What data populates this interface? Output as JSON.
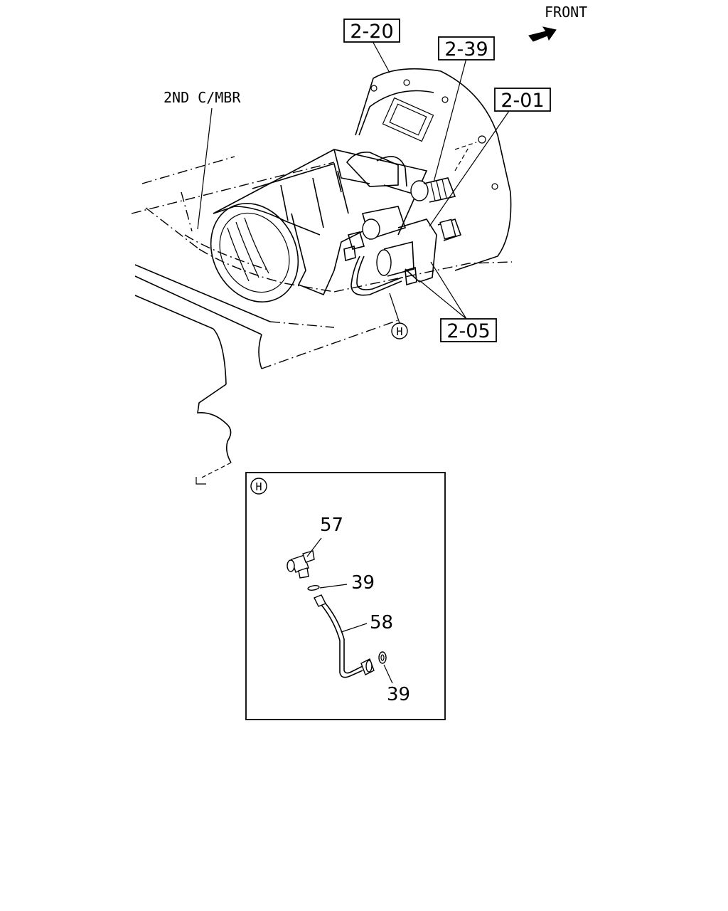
{
  "front_label": "FRONT",
  "member_label": "2ND C/MBR",
  "refs": {
    "r220": "2-20",
    "r239": "2-39",
    "r201": "2-01",
    "r205": "2-05"
  },
  "detail_marker": "H",
  "detail_box_marker": "H",
  "parts": {
    "p57": "57",
    "p39a": "39",
    "p58": "58",
    "p39b": "39"
  }
}
